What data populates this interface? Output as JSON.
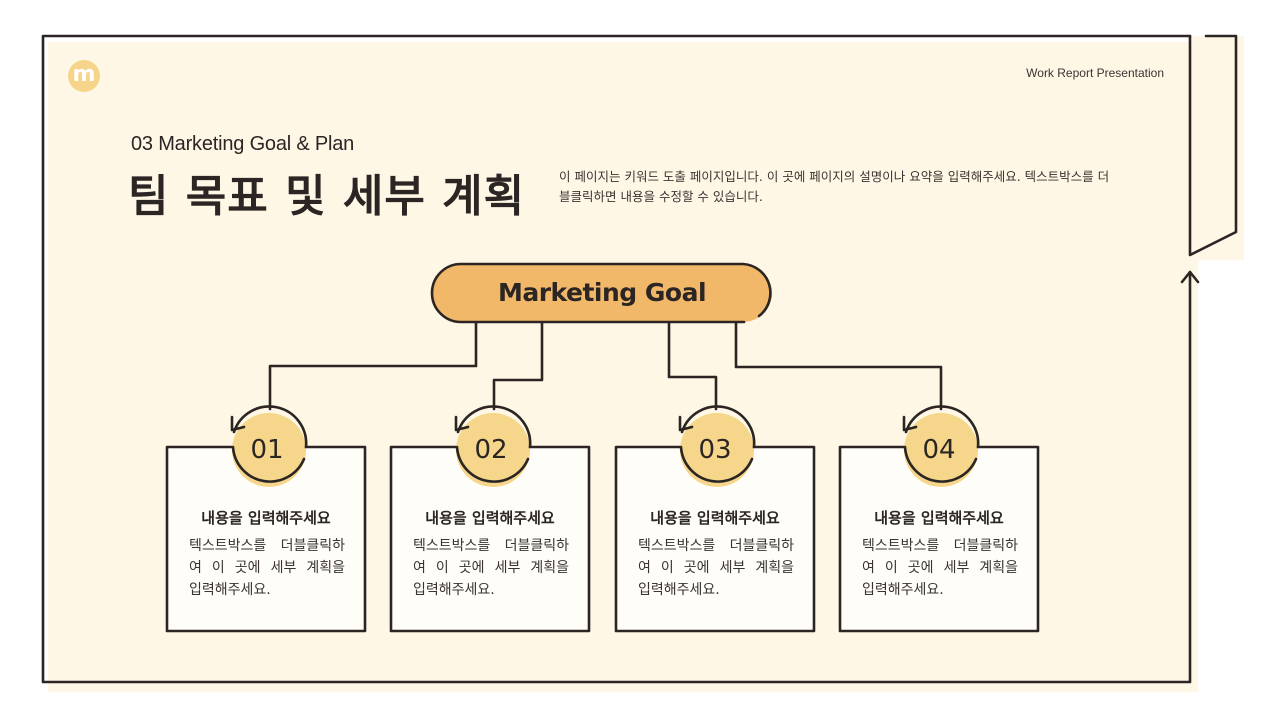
{
  "header": {
    "logo_letter": "m",
    "top_right_label": "Work Report Presentation",
    "subtitle": "03  Marketing Goal & Plan",
    "title": "팀 목표 및 세부 계획",
    "description": "이 페이지는 키워드 도출 페이지입니다. 이 곳에 페이지의 설명이나 요약을 입력해주세요. 텍스트박스를 더블클릭하면 내용을 수정할 수 있습니다."
  },
  "goal": {
    "label": "Marketing Goal",
    "color": "#f2b86a"
  },
  "cards": [
    {
      "number": "01",
      "title": "내용을 입력해주세요",
      "body": "텍스트박스를 더블클릭하여 이 곳에 세부 계획을 입력해주세요."
    },
    {
      "number": "02",
      "title": "내용을 입력해주세요",
      "body": "텍스트박스를 더블클릭하여 이 곳에 세부 계획을 입력해주세요."
    },
    {
      "number": "03",
      "title": "내용을 입력해주세요",
      "body": "텍스트박스를 더블클릭하여 이 곳에 세부 계획을 입력해주세요."
    },
    {
      "number": "04",
      "title": "내용을 입력해주세요",
      "body": "텍스트박스를 더블클릭하여 이 곳에 세부 계획을 입력해주세요."
    }
  ],
  "colors": {
    "background": "#fff7e6",
    "line": "#2b2523",
    "circle": "#f6d68b",
    "pill": "#f2b86a"
  }
}
